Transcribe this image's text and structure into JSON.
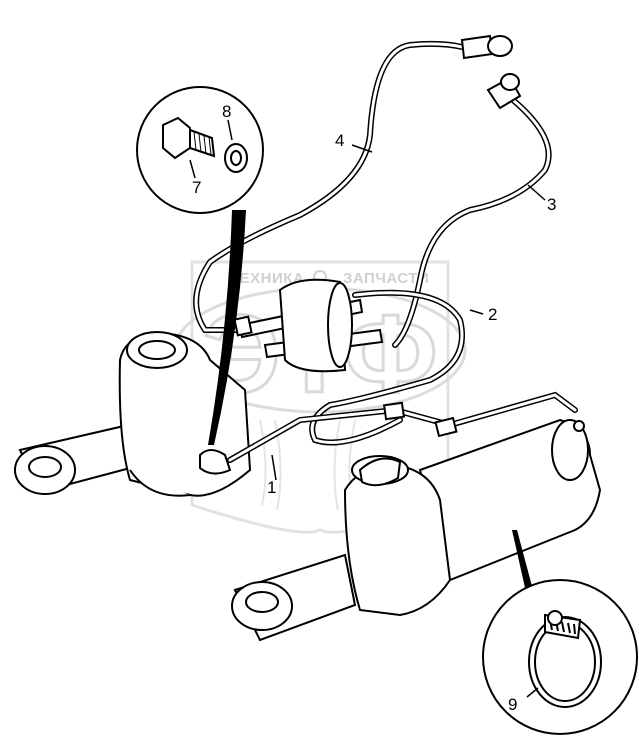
{
  "watermark": {
    "left_text": "ТЕХНИКА",
    "right_text": "ЗАПЧАСТИ",
    "logo_letters": "ЭТФ"
  },
  "callouts": [
    {
      "id": "1",
      "label": "1"
    },
    {
      "id": "2",
      "label": "2"
    },
    {
      "id": "3",
      "label": "3"
    },
    {
      "id": "4",
      "label": "4"
    },
    {
      "id": "7",
      "label": "7"
    },
    {
      "id": "8",
      "label": "8"
    },
    {
      "id": "9",
      "label": "9"
    }
  ]
}
